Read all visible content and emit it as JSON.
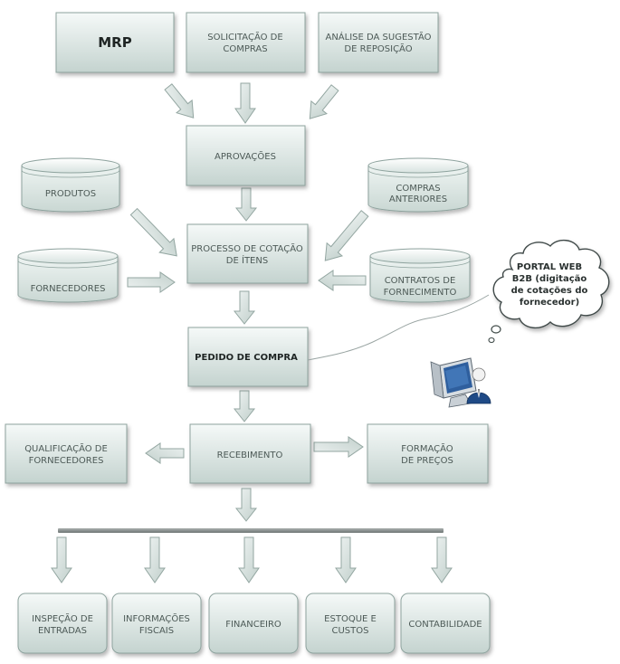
{
  "boxes": {
    "mrp": "MRP",
    "solicitacao": [
      "SOLICITAÇÃO DE",
      "COMPRAS"
    ],
    "analise": [
      "ANÁLISE DA SUGESTÃO",
      "DE REPOSIÇÃO"
    ],
    "aprovacoes": [
      "APROVAÇÕES"
    ],
    "processo": [
      "PROCESSO DE COTAÇÃO",
      "DE ÍTENS"
    ],
    "pedido": "PEDIDO DE COMPRA",
    "recebimento": [
      "RECEBIMENTO"
    ],
    "qualificacao": [
      "QUALIFICAÇÃO DE",
      "FORNECEDORES"
    ],
    "formacao": [
      "FORMAÇÃO",
      "DE PREÇOS"
    ]
  },
  "databases": {
    "produtos": [
      "PRODUTOS"
    ],
    "compras_anteriores": [
      "COMPRAS",
      "ANTERIORES"
    ],
    "fornecedores": [
      "FORNECEDORES"
    ],
    "contratos": [
      "CONTRATOS DE",
      "FORNECIMENTO"
    ]
  },
  "outputs": {
    "inspecao": [
      "INSPEÇÃO DE",
      "ENTRADAS"
    ],
    "informacoes": [
      "INFORMAÇÕES",
      "FISCAIS"
    ],
    "financeiro": [
      "FINANCEIRO"
    ],
    "estoque": [
      "ESTOQUE E",
      "CUSTOS"
    ],
    "contabilidade": [
      "CONTABILIDADE"
    ]
  },
  "portal": [
    "PORTAL WEB",
    "B2B (digitação",
    "de cotações do",
    "fornecedor)"
  ],
  "icons": {
    "portal_user": "computer-user-icon"
  },
  "colors": {
    "box_top": "#f4f8f7",
    "box_bottom": "#c6d5d1",
    "box_border": "#8ea39e",
    "arrow_fill": "#d4dfdc",
    "arrow_stroke": "#93a6a1",
    "bar": "#8e9594"
  }
}
